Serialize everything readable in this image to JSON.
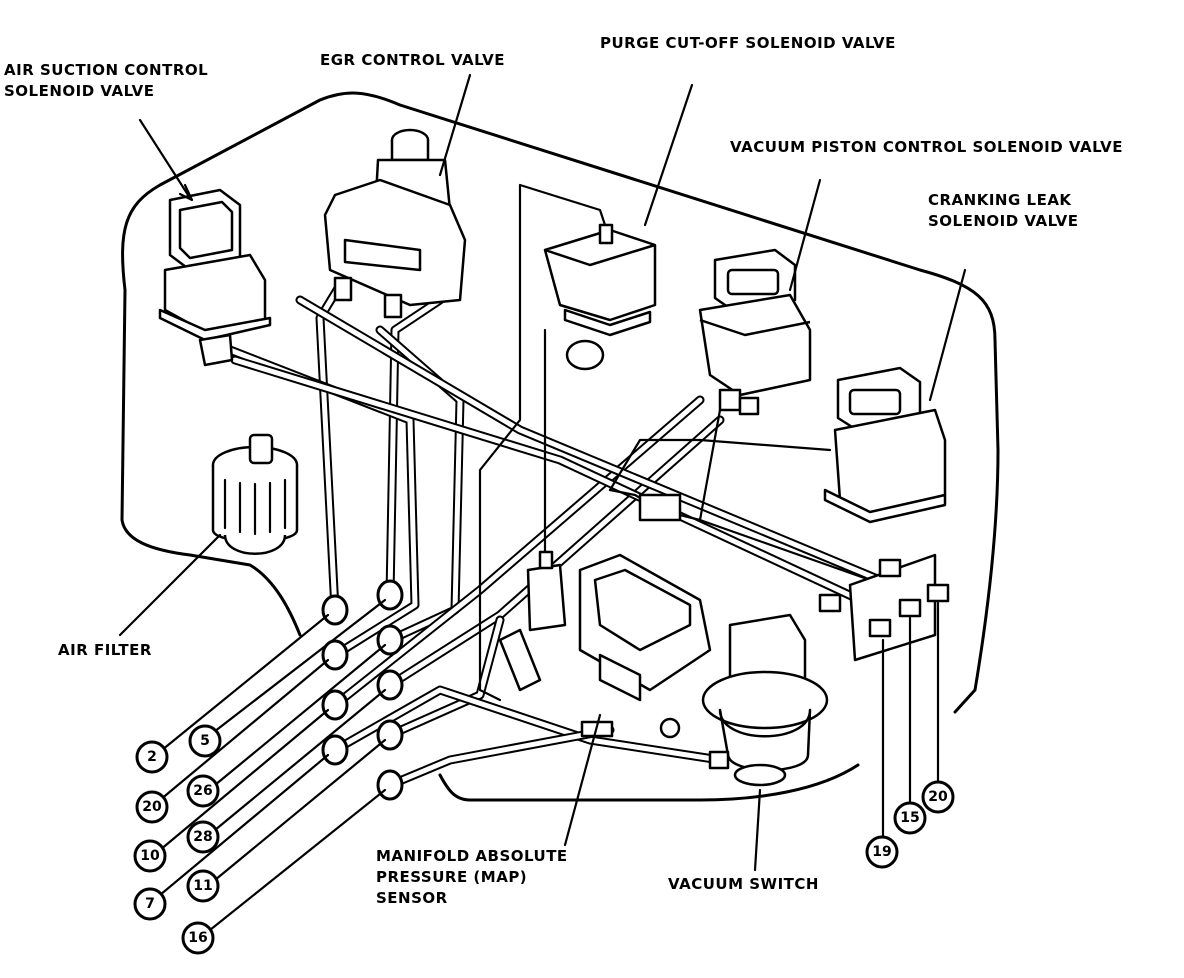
{
  "labels": {
    "air_suction_valve": [
      "AIR SUCTION CONTROL",
      "SOLENOID VALVE"
    ],
    "egr_valve": "EGR CONTROL VALVE",
    "purge_valve": "PURGE CUT-OFF SOLENOID VALVE",
    "vacuum_piston_valve": "VACUUM PISTON CONTROL SOLENOID VALVE",
    "cranking_leak_valve": [
      "CRANKING LEAK",
      "SOLENOID VALVE"
    ],
    "air_filter": "AIR FILTER",
    "map_sensor": [
      "MANIFOLD ABSOLUTE",
      "PRESSURE (MAP)",
      "SENSOR"
    ],
    "vacuum_switch": "VACUUM SWITCH"
  },
  "port_numbers": {
    "left": [
      "2",
      "5",
      "20",
      "26",
      "10",
      "28",
      "7",
      "11",
      "16"
    ],
    "right": [
      "19",
      "15",
      "20"
    ]
  }
}
